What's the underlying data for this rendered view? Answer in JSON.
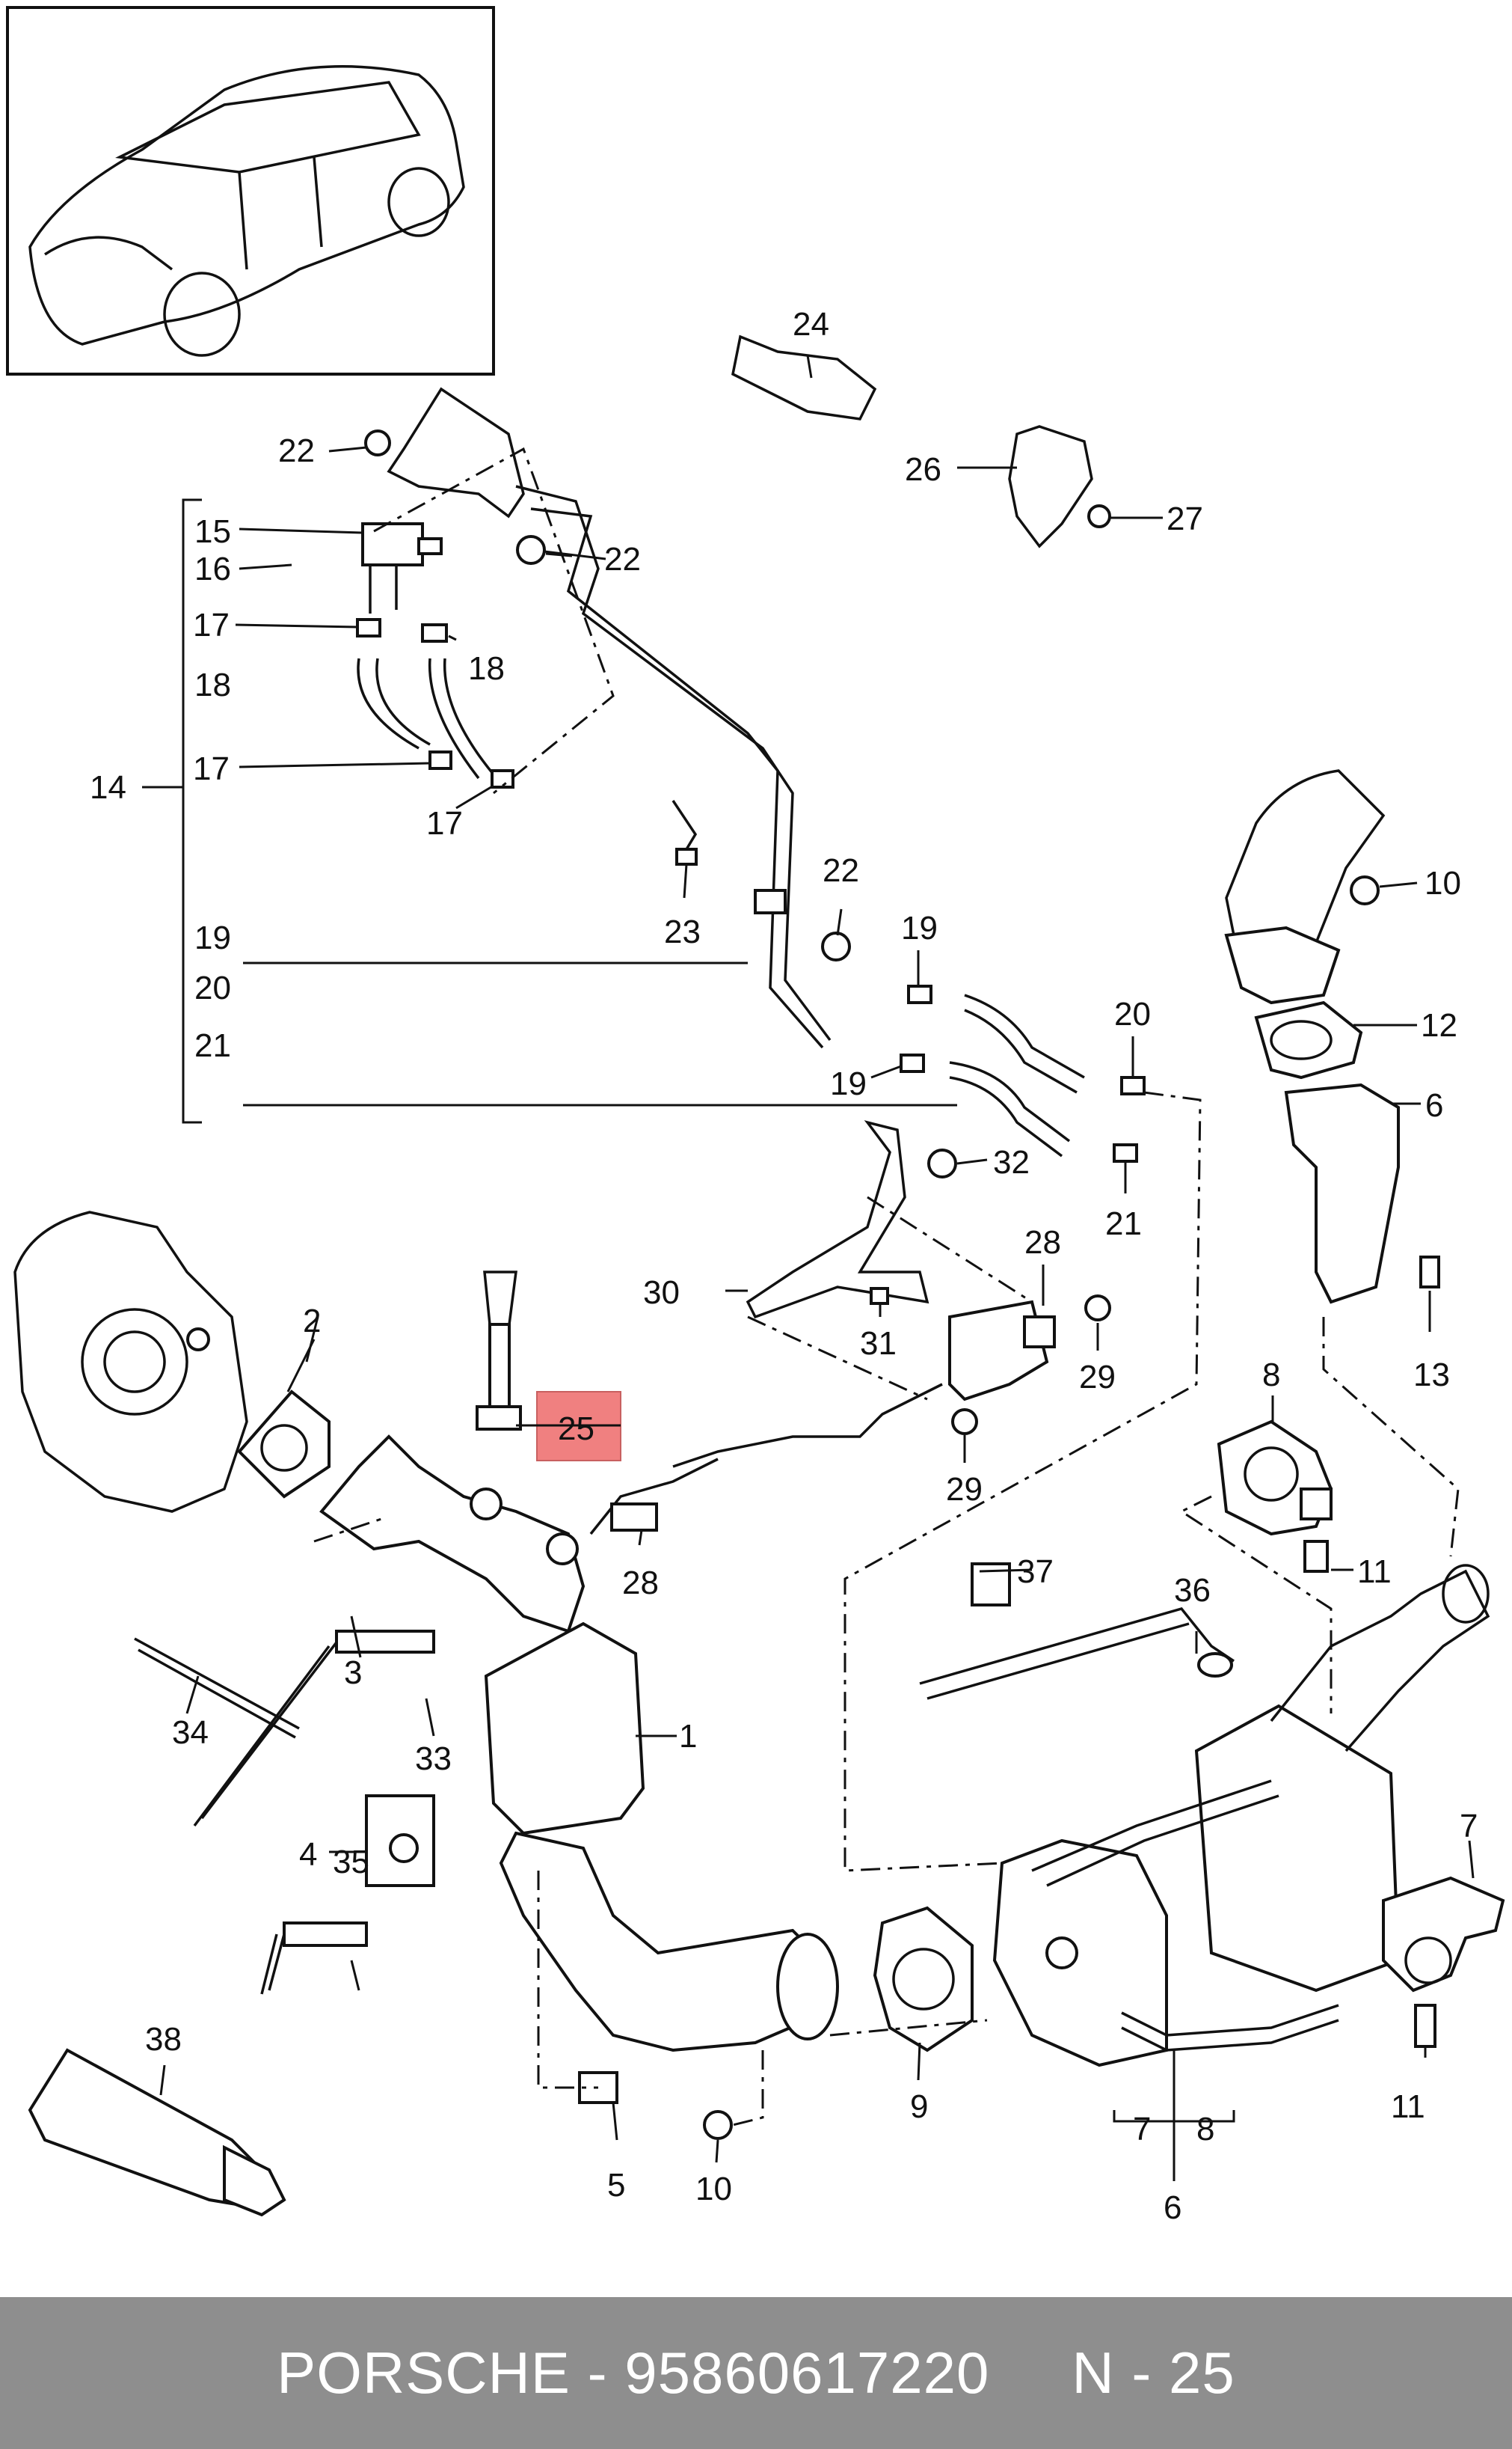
{
  "footer": {
    "brand_part": "PORSCHE - 95860617220",
    "ref": "N - 25"
  },
  "callouts": {
    "c1": "1",
    "c2": "2",
    "c3": "3",
    "c4": "4",
    "c5": "5",
    "c6a": "6",
    "c6b": "6",
    "c7a": "7",
    "c7b": "7",
    "c8a": "8",
    "c8b": "8",
    "c9": "9",
    "c10a": "10",
    "c10b": "10",
    "c11a": "11",
    "c11b": "11",
    "c12": "12",
    "c13": "13",
    "c14": "14",
    "c15": "15",
    "c16": "16",
    "c17a": "17",
    "c17b": "17",
    "c17c": "17",
    "c18a": "18",
    "c18b": "18",
    "c19a": "19",
    "c19b": "19",
    "c19c": "19",
    "c20a": "20",
    "c20b": "20",
    "c21a": "21",
    "c21b": "21",
    "c22a": "22",
    "c22b": "22",
    "c22c": "22",
    "c23": "23",
    "c24": "24",
    "c25": "25",
    "c26": "26",
    "c27": "27",
    "c28a": "28",
    "c28b": "28",
    "c29a": "29",
    "c29b": "29",
    "c30": "30",
    "c31": "31",
    "c32": "32",
    "c33": "33",
    "c34": "34",
    "c35": "35",
    "c36": "36",
    "c37": "37",
    "c38": "38"
  },
  "highlight": {
    "color": "#f08080"
  }
}
